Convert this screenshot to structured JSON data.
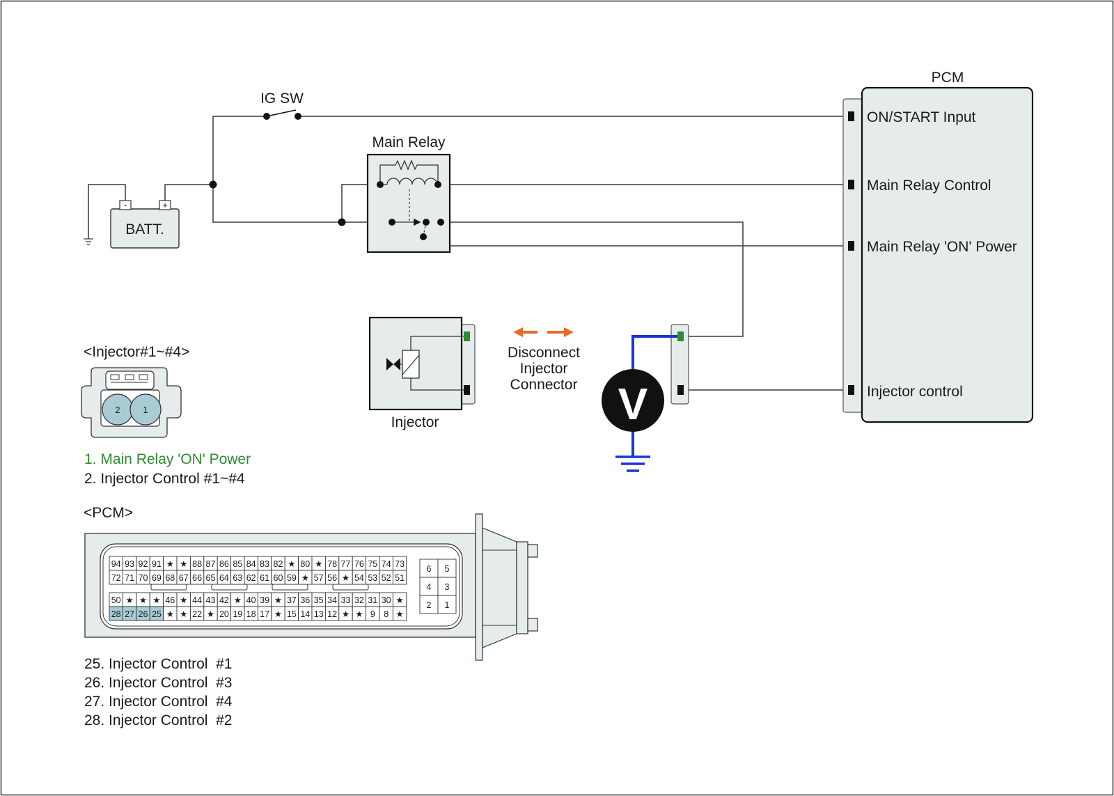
{
  "labels": {
    "ig_sw": "IG SW",
    "main_relay": "Main Relay",
    "batt": "BATT.",
    "batt_neg": "-",
    "batt_pos": "+",
    "pcm_title": "PCM",
    "injector": "Injector",
    "voltmeter": "V",
    "disconnect": [
      "Disconnect",
      "Injector",
      "Connector"
    ]
  },
  "pcm_pins": [
    {
      "label": "ON/START Input"
    },
    {
      "label": "Main Relay Control"
    },
    {
      "label": "Main Relay 'ON' Power"
    },
    {
      "label": "Injector control"
    }
  ],
  "injector_connector": {
    "title": "<Injector#1~#4>",
    "pins": [
      "2",
      "1"
    ],
    "legend": [
      "1. Main Relay 'ON' Power",
      "2. Injector Control #1~#4"
    ]
  },
  "pcm_connector": {
    "title": "<PCM>",
    "rows": [
      [
        "94",
        "93",
        "92",
        "91",
        "★",
        "★",
        "88",
        "87",
        "86",
        "85",
        "84",
        "83",
        "82",
        "★",
        "80",
        "★",
        "78",
        "77",
        "76",
        "75",
        "74",
        "73"
      ],
      [
        "72",
        "71",
        "70",
        "69",
        "68",
        "67",
        "66",
        "65",
        "64",
        "63",
        "62",
        "61",
        "60",
        "59",
        "★",
        "57",
        "56",
        "★",
        "54",
        "53",
        "52",
        "51"
      ],
      [
        "50",
        "★",
        "★",
        "★",
        "46",
        "★",
        "44",
        "43",
        "42",
        "★",
        "40",
        "39",
        "★",
        "37",
        "36",
        "35",
        "34",
        "33",
        "32",
        "31",
        "30",
        "★"
      ],
      [
        "28",
        "27",
        "26",
        "25",
        "★",
        "★",
        "22",
        "★",
        "20",
        "19",
        "18",
        "17",
        "★",
        "15",
        "14",
        "13",
        "12",
        "★",
        "★",
        "9",
        "8",
        "★"
      ]
    ],
    "small_block": [
      [
        "6",
        "5"
      ],
      [
        "4",
        "3"
      ],
      [
        "2",
        "1"
      ]
    ],
    "highlighted_pins": [
      "28",
      "27",
      "26",
      "25"
    ],
    "legend": [
      "25. Injector Control  #1",
      "26. Injector Control  #3",
      "27. Injector Control  #4",
      "28. Injector Control  #2"
    ]
  },
  "colors": {
    "box_fill": "#e6ecec",
    "meter_wire": "#1a36d6",
    "arrow": "#e8692a",
    "active_terminal": "#2e8b2e",
    "highlight": "#a9cbd4",
    "legend_highlight": "#2e8b2e"
  }
}
